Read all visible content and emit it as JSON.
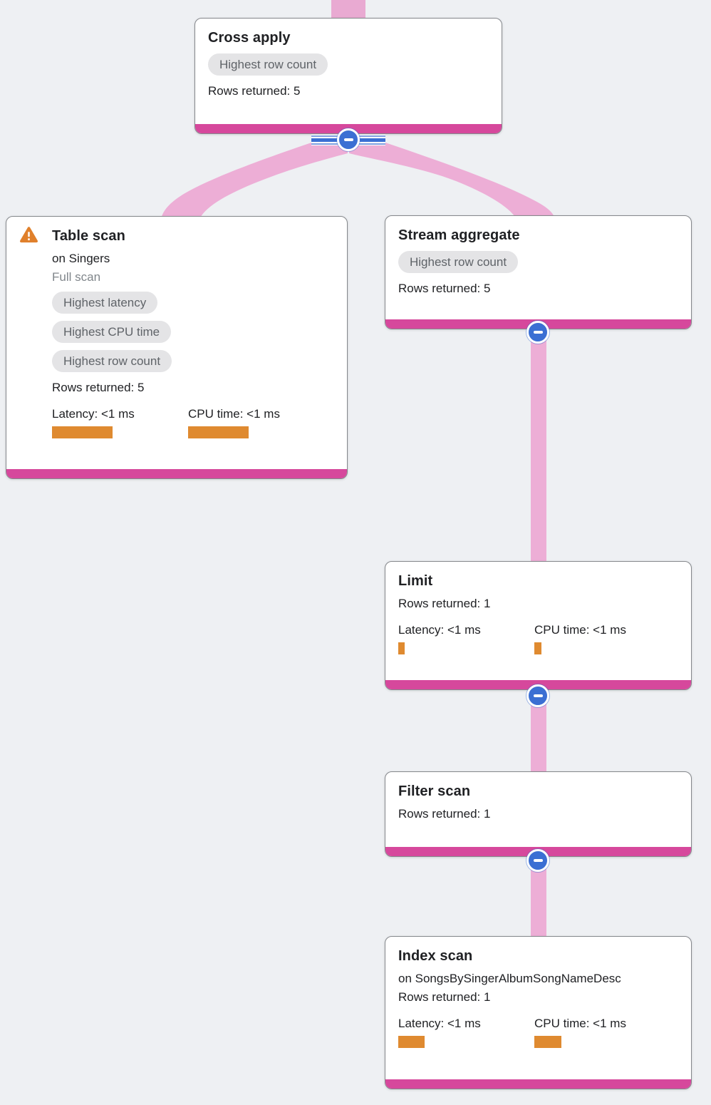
{
  "diagram": {
    "kind": "query-execution-plan",
    "colors": {
      "edge_pink": "#edaed6",
      "node_footer_magenta": "#d6489c",
      "collapse_button_blue": "#3b6fd3",
      "warning_orange": "#e0802b",
      "metric_bar_orange": "#df8a30",
      "badge_bg": "#e4e4e6",
      "badge_text": "#5f6368",
      "background": "#eef0f3"
    }
  },
  "nodes": {
    "cross_apply": {
      "title": "Cross apply",
      "badge": "Highest row count",
      "rows": "Rows returned: 5"
    },
    "table_scan": {
      "title": "Table scan",
      "subtitle": "on Singers",
      "note": "Full scan",
      "badges": [
        "Highest latency",
        "Highest CPU time",
        "Highest row count"
      ],
      "rows": "Rows returned: 5",
      "latency_label": "Latency: <1 ms",
      "cpu_label": "CPU time: <1 ms",
      "latency_bar": 85,
      "cpu_bar": 85,
      "has_warning": true
    },
    "stream_aggregate": {
      "title": "Stream aggregate",
      "badge": "Highest row count",
      "rows": "Rows returned: 5"
    },
    "limit": {
      "title": "Limit",
      "rows": "Rows returned: 1",
      "latency_label": "Latency: <1 ms",
      "cpu_label": "CPU time: <1 ms",
      "latency_bar": 9,
      "cpu_bar": 10
    },
    "filter_scan": {
      "title": "Filter scan",
      "rows": "Rows returned: 1"
    },
    "index_scan": {
      "title": "Index scan",
      "subtitle": "on SongsBySingerAlbumSongNameDesc",
      "rows": "Rows returned: 1",
      "latency_label": "Latency: <1 ms",
      "cpu_label": "CPU time: <1 ms",
      "latency_bar": 37,
      "cpu_bar": 38
    }
  }
}
